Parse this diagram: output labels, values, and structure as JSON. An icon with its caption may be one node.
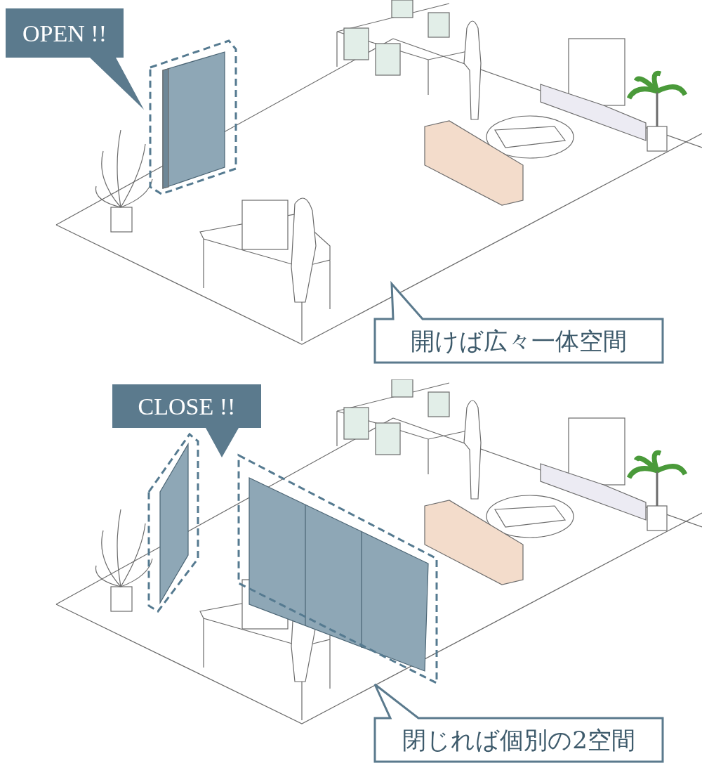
{
  "diagram": {
    "nodes": [
      {
        "text": [
          "OPEN !!"
        ]
      },
      {
        "text": [
          "開けば広々一体空間"
        ]
      },
      {
        "text": [
          "CLOSE !!"
        ]
      },
      {
        "text": [
          "閉じれば個別の2空間"
        ]
      }
    ]
  }
}
